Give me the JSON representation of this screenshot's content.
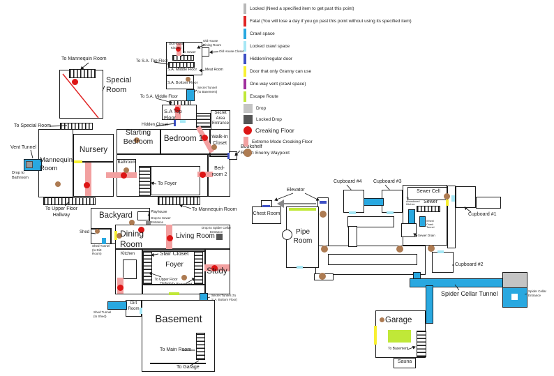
{
  "legend": {
    "items": [
      {
        "label": "Locked (Need a specified item to get past this point)",
        "swatch": "bar",
        "color": "#b8b8b8",
        "big": false
      },
      {
        "label": "Fatal (You will lose a day if you go past this point without using its specified item)",
        "swatch": "bar",
        "color": "#e02525",
        "big": false
      },
      {
        "label": "Crawl space",
        "swatch": "bar",
        "color": "#29a8e0",
        "big": false
      },
      {
        "label": "Locked crawl space",
        "swatch": "bar",
        "color": "#a6e7f5",
        "big": false
      },
      {
        "label": "Hidden/irregular door",
        "swatch": "bar",
        "color": "#3d4fc4",
        "big": false
      },
      {
        "label": "Door that only Granny can use",
        "swatch": "bar",
        "color": "#f8f032",
        "big": false
      },
      {
        "label": "One-way vent (crawl space)",
        "swatch": "bar",
        "color": "#a0309d",
        "big": false
      },
      {
        "label": "Escape Route",
        "swatch": "bar",
        "color": "#c0e838",
        "big": false
      },
      {
        "label": "Drop",
        "swatch": "square",
        "color": "#c4c4c4",
        "big": false
      },
      {
        "label": "Locked Drop",
        "swatch": "square",
        "color": "#555555",
        "big": false
      },
      {
        "label": "Creaking Floor",
        "swatch": "circle",
        "color": "#dd1515",
        "big": true
      },
      {
        "label": "Extreme Mode Creaking Floor",
        "swatch": "smallbar",
        "color": "#f2a0a0",
        "big": false
      },
      {
        "label": "Enemy Waypoint",
        "swatch": "circle",
        "color": "#ad7b52",
        "big": false
      }
    ]
  },
  "house": {
    "labels": {
      "toMannequinRoomTop": "To Mannequin Room",
      "specialRoom": "Special Room",
      "toSpecialRoom": "To Special Room",
      "ventTunnel": "Vent Tunnel",
      "dropToBathroom": "Drop to Bathroom",
      "mannequinRoom": "Mannequin Room",
      "nursery": "Nursery",
      "toUpperFloorHallway1": "To Upper Floor Hallway",
      "startingBedroom": "Starting Bedroom",
      "bedroom1": "Bedroom 1",
      "walkInCloset": "Walk-In Closet",
      "bathroomUpper": "Bathroom",
      "toFoyer": "To Foyer",
      "bedroom2": "Bed-room 2",
      "toMannequinRoomBottom": "To Mannequin Room",
      "bookshelfRoom": "Bookshelf Room",
      "hiddenClosetMain": "Hidden Closet",
      "secretAreaEntrance": "Secret Area Entrance",
      "toSaMiddleFloor": "To S.A. Middle Floor",
      "saTopFloor": "S.A Top Floor",
      "toSaTopFloor": "To S.A. Top Floor",
      "saMiddleFloor": "S.A. Middle Floor",
      "saBottomFloor": "S.A. Bottom Floor",
      "oldHouseKitchen": "Old House Kitchen",
      "oldHouseDiningRoom": "Old House Dining Room",
      "oldHouseCloset": "Old House Closet",
      "toSewerSa": "To Sewer",
      "meatRoom": "Meat Room",
      "secretTunnelToBasement": "Secret Tunnel (to Basement)",
      "backyard": "Backyard",
      "playhouse": "Playhouse",
      "dropToSewerEntrance": "Drop to Sewer Entrance",
      "shed": "Shed",
      "shedTunnelToDirtRoom": "Shed Tunnel (to Dirt Room)",
      "diningRoom": "Dining Room",
      "livingRoom": "Living Room",
      "dropToSpiderCellarEntrance": "Drop to Spider Cellar Entrance",
      "kitchen": "Kitchen",
      "stairCloset": "Stair Closet",
      "foyer": "Foyer",
      "toUpperFloorHallway2": "To Upper Floor Hallway",
      "toBasementFoyer": "To Basement",
      "study": "Study",
      "secretTunnelToSaBottomFloor": "Secret Tunnel (To S.A. Bottom Floor)",
      "dirtRoom": "Dirt Room",
      "shedTunnelToShed": "Shed Tunnel (to Shed)",
      "basement": "Basement",
      "toMainRoom": "To Main Room",
      "toGarage": "To Garage"
    }
  },
  "cellar": {
    "labels": {
      "elevator": "Elevator",
      "chestRoom": "Chest Room",
      "pipeRoom": "Pipe Room",
      "cupboard4": "Cupboard #4",
      "cupboard3": "Cupboard #3",
      "sewerCell": "Sewer Cell",
      "sewer": "Sewer",
      "toAbandonedKitchen": "To Abandoned Kitchen",
      "wheelCrankTunnel": "Wheel Crank Tunnel",
      "sewerDrain": "Sewer Drain",
      "cupboard1": "Cupboard #1",
      "cupboard2": "Cupboard #2",
      "spiderCellarTunnel": "Spider Cellar Tunnel",
      "spiderCellarEntrance": "Spider Cellar Entrance",
      "garage": "Garage",
      "toBasementGarage": "To Basement",
      "sauna": "Sauna"
    }
  }
}
